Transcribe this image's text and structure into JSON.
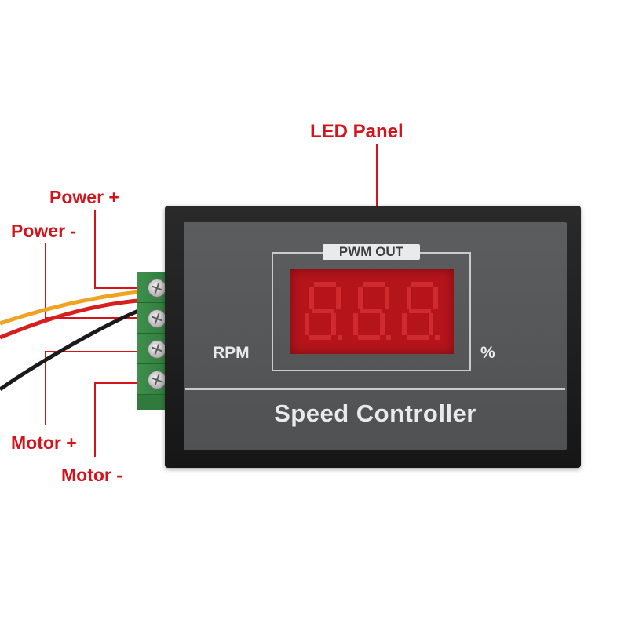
{
  "labels": {
    "led_panel": "LED Panel",
    "power_plus": "Power +",
    "power_minus": "Power -",
    "motor_plus": "Motor +",
    "motor_minus": "Motor -"
  },
  "device": {
    "pwm_tag": "PWM OUT",
    "rpm_label": "RPM",
    "percent_label": "%",
    "title": "Speed Controller",
    "display": "8.8.8."
  },
  "colors": {
    "annotation": "#d4141a",
    "led_bg": "#b5141b",
    "segment_off": "#cf2a30",
    "panel": "#555759",
    "terminal_green": "#2f7a3c"
  },
  "wires": [
    {
      "color": "#f0a321"
    },
    {
      "color": "#d62020"
    },
    {
      "color": "#1a1a1a"
    }
  ]
}
